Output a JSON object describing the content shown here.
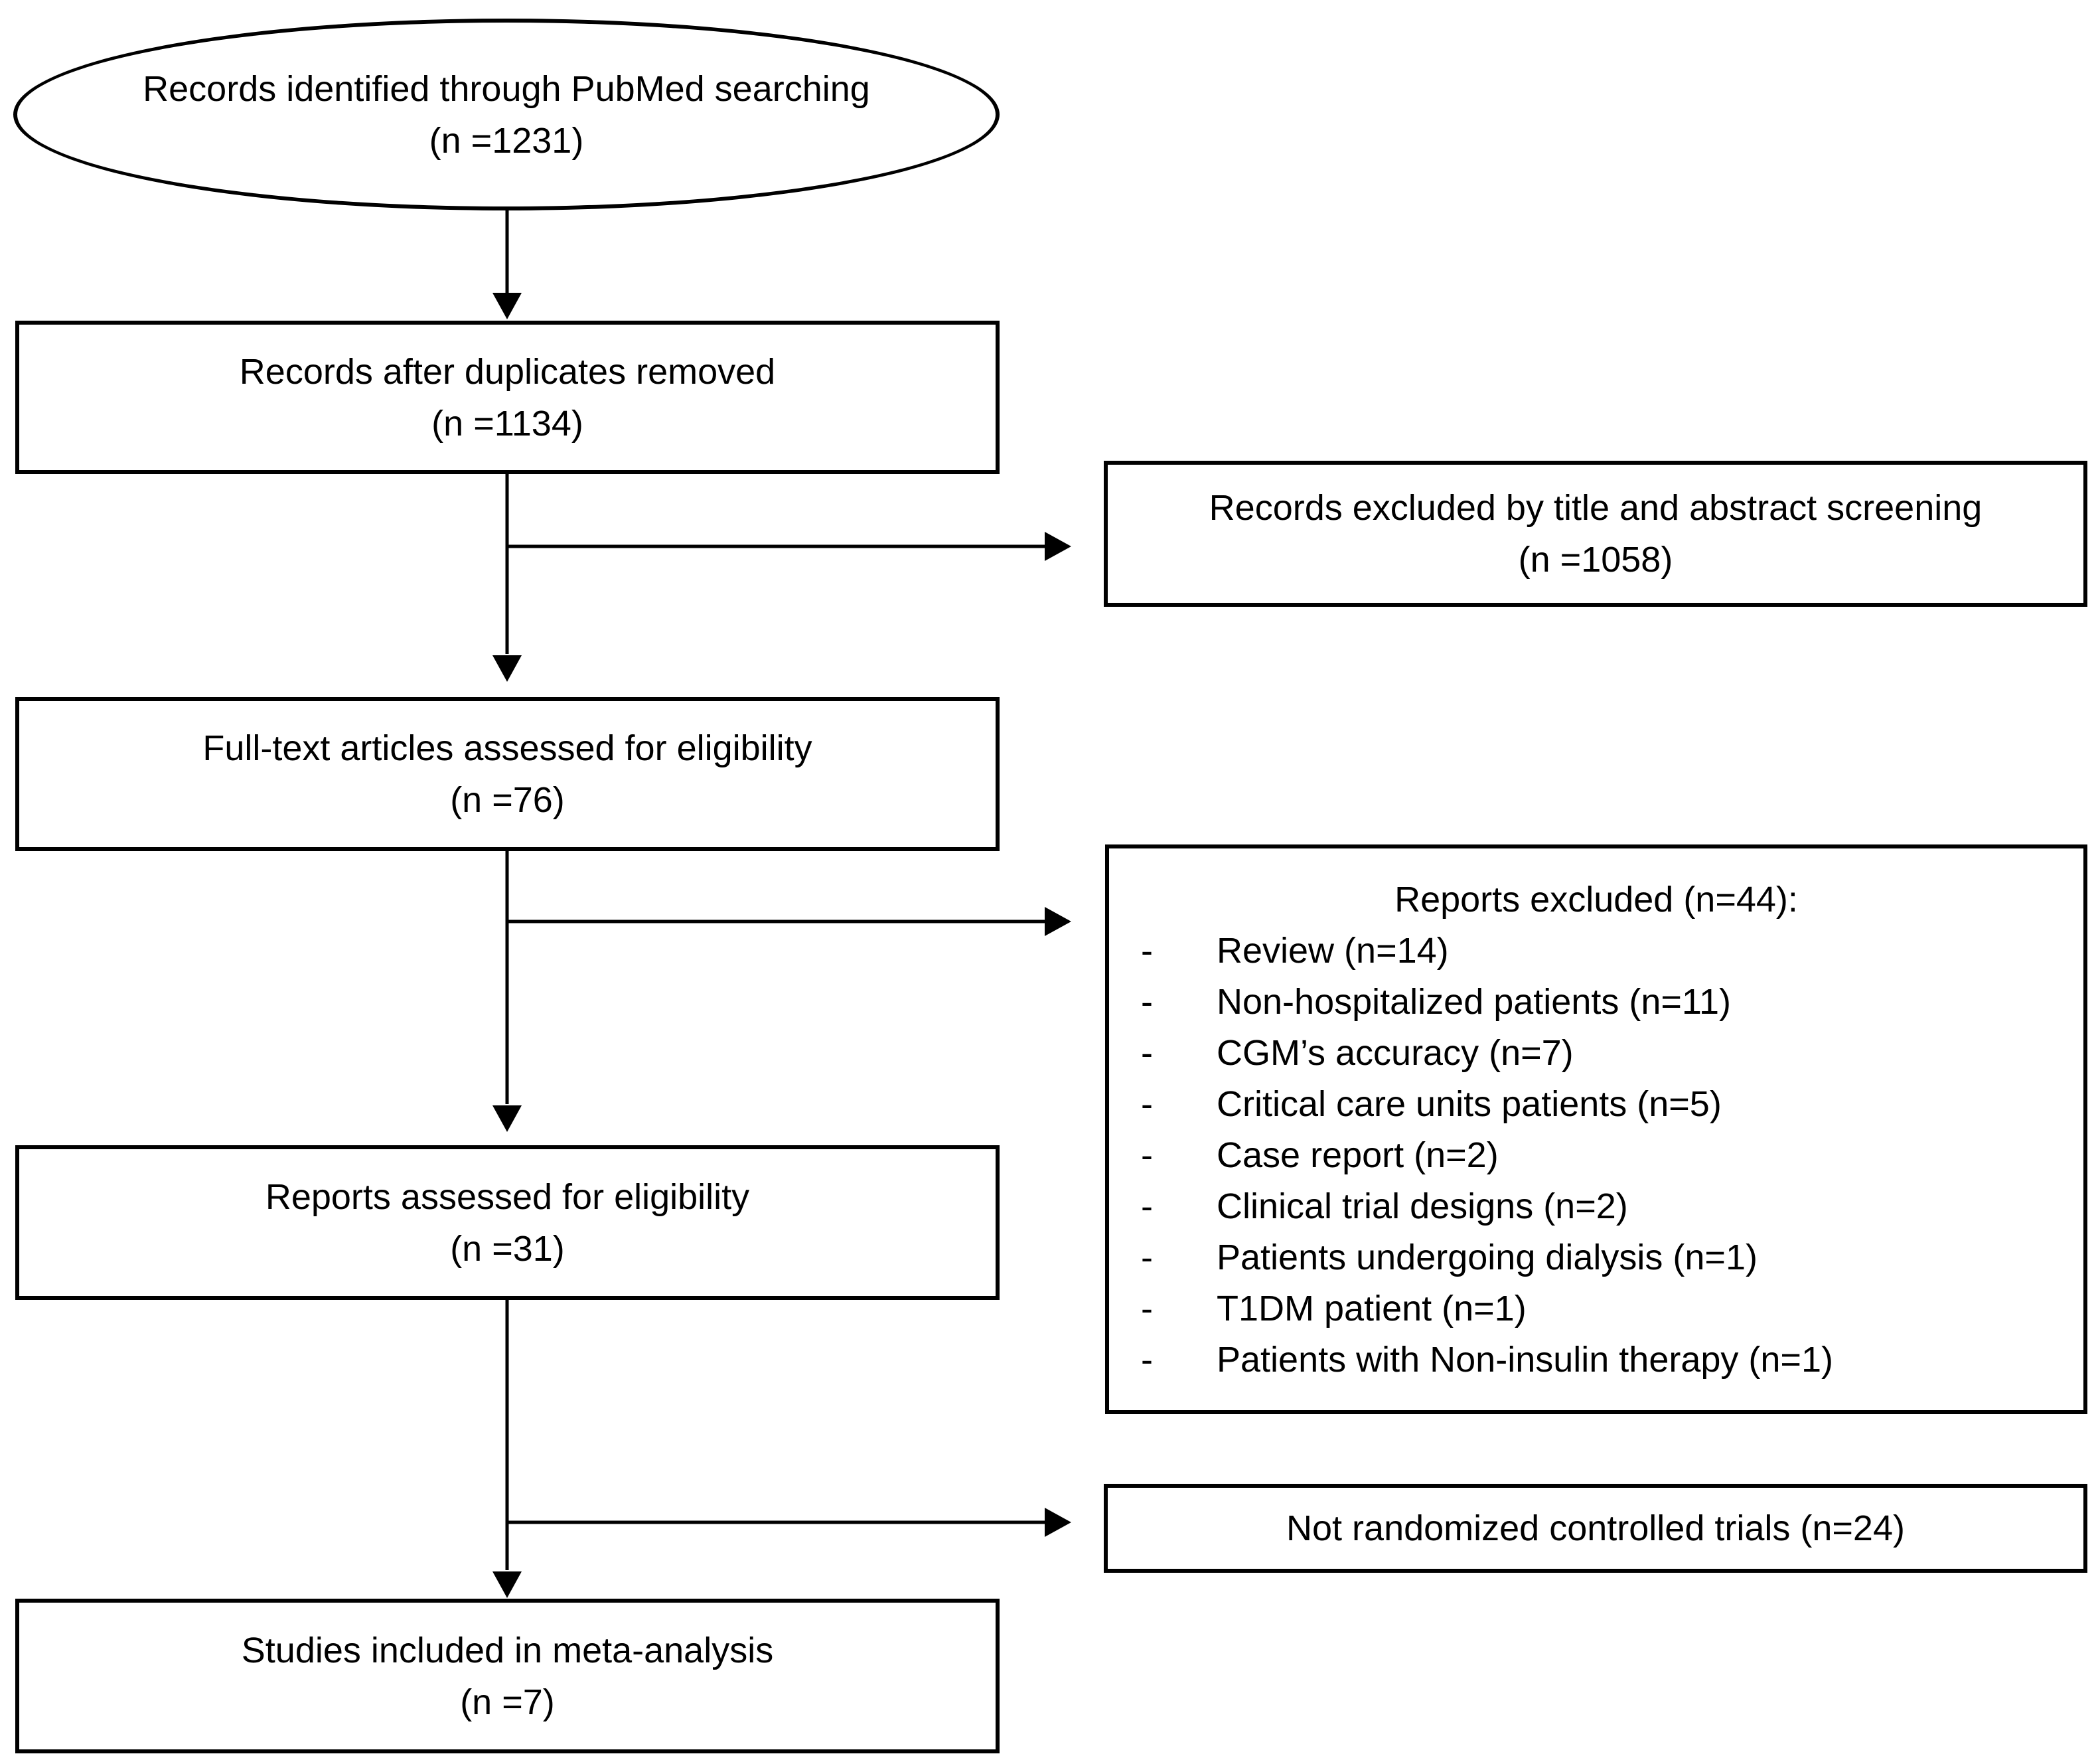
{
  "nodes": {
    "identified": {
      "title": "Records identified through PubMed searching",
      "count": "(n =1231)"
    },
    "deduplicated": {
      "title": "Records after duplicates removed",
      "count": "(n =1134)"
    },
    "excluded_screening": {
      "title": "Records excluded by title and abstract screening",
      "count": "(n =1058)"
    },
    "fulltext": {
      "title": "Full-text articles assessed for eligibility",
      "count": "(n =76)"
    },
    "excluded_reports": {
      "title": "Reports excluded (n=44):",
      "items": [
        {
          "dash": "-",
          "text": "Review (n=14)"
        },
        {
          "dash": "-",
          "text": "Non-hospitalized patients (n=11)"
        },
        {
          "dash": "-",
          "text": "CGM’s accuracy (n=7)"
        },
        {
          "dash": "-",
          "text": "Critical care units patients (n=5)"
        },
        {
          "dash": "-",
          "text": "Case report (n=2)"
        },
        {
          "dash": "-",
          "text": "Clinical trial designs (n=2)"
        },
        {
          "dash": "-",
          "text": "Patients undergoing dialysis (n=1)"
        },
        {
          "dash": "-",
          "text": "T1DM patient (n=1)"
        },
        {
          "dash": "-",
          "text": "Patients with Non-insulin therapy (n=1)"
        }
      ]
    },
    "reports_assessed": {
      "title": "Reports assessed for eligibility",
      "count": "(n =31)"
    },
    "not_rct": {
      "title": "Not randomized controlled trials (n=24)"
    },
    "included": {
      "title": "Studies included in meta-analysis",
      "count": "(n =7)"
    }
  },
  "colors": {
    "stroke": "#000000",
    "background": "#ffffff"
  }
}
